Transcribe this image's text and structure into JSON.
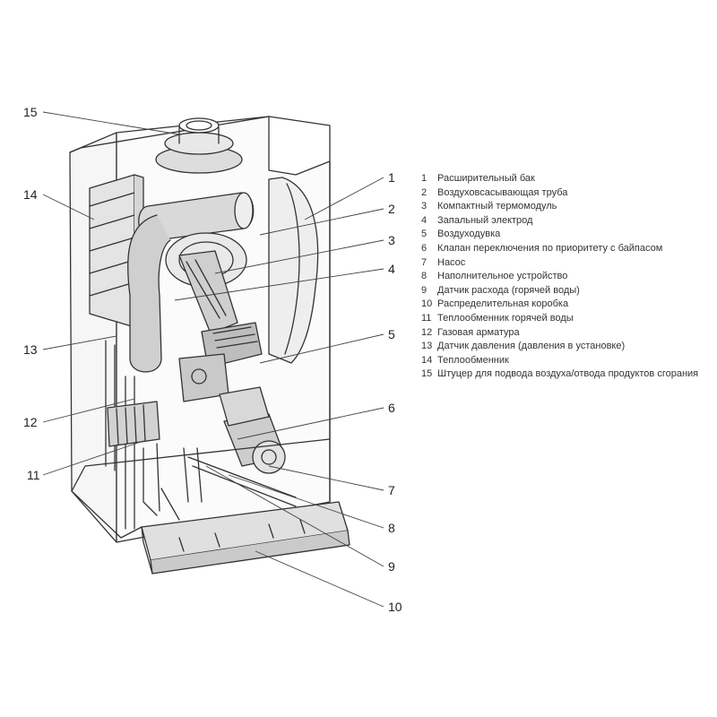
{
  "callouts": [
    {
      "num": "1"
    },
    {
      "num": "2"
    },
    {
      "num": "3"
    },
    {
      "num": "4"
    },
    {
      "num": "5"
    },
    {
      "num": "6"
    },
    {
      "num": "7"
    },
    {
      "num": "8"
    },
    {
      "num": "9"
    },
    {
      "num": "10"
    },
    {
      "num": "11"
    },
    {
      "num": "12"
    },
    {
      "num": "13"
    },
    {
      "num": "14"
    },
    {
      "num": "15"
    }
  ],
  "legend": [
    {
      "num": "1",
      "text": "Расширительный бак"
    },
    {
      "num": "2",
      "text": "Воздуховсасывающая труба"
    },
    {
      "num": "3",
      "text": "Компактный термомодуль"
    },
    {
      "num": "4",
      "text": "Запальный электрод"
    },
    {
      "num": "5",
      "text": "Воздуходувка"
    },
    {
      "num": "6",
      "text": "Клапан переключения по приоритету с байпасом"
    },
    {
      "num": "7",
      "text": "Насос"
    },
    {
      "num": "8",
      "text": "Наполнительное устройство"
    },
    {
      "num": "9",
      "text": "Датчик расхода (горячей воды)"
    },
    {
      "num": "10",
      "text": "Распределительная коробка"
    },
    {
      "num": "11",
      "text": "Теплообменник горячей воды"
    },
    {
      "num": "12",
      "text": "Газовая арматура"
    },
    {
      "num": "13",
      "text": "Датчик давления (давления в установке)"
    },
    {
      "num": "14",
      "text": "Теплообменник"
    },
    {
      "num": "15",
      "text": "Штуцер для подвода воздуха/отвода продуктов сгорания"
    }
  ]
}
